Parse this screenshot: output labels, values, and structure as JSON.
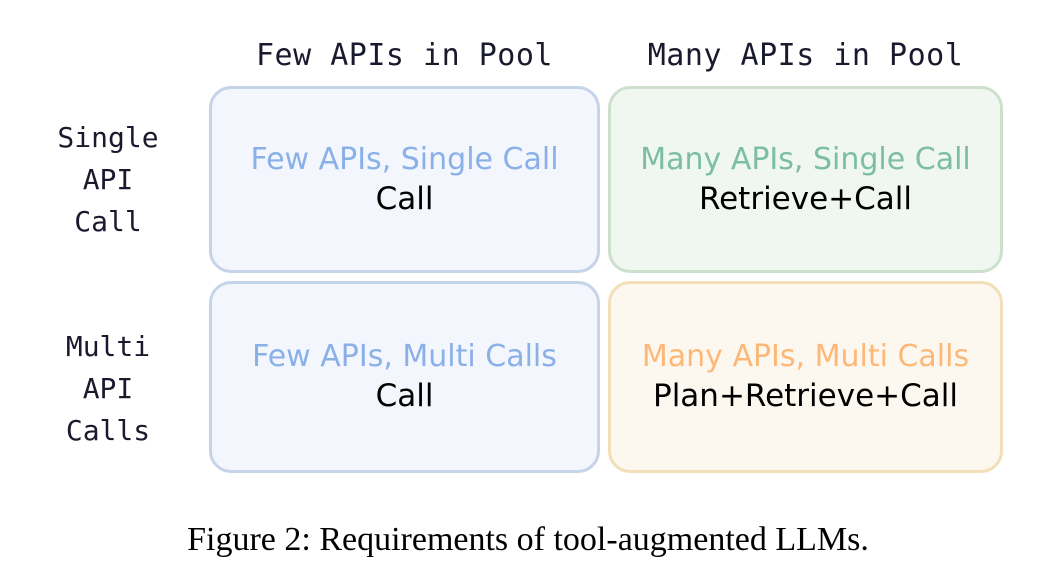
{
  "figure": {
    "caption": "Figure 2: Requirements of tool-augmented LLMs.",
    "column_headers": [
      "Few APIs in Pool",
      "Many APIs in Pool"
    ],
    "row_headers": [
      {
        "lines": [
          "Single",
          "API",
          "Call"
        ]
      },
      {
        "lines": [
          "Multi",
          "API",
          "Calls"
        ]
      }
    ],
    "cells": [
      {
        "id": "few-single",
        "title": "Few APIs, Single Call",
        "subtitle": "Call",
        "title_color": "#8ab0e8",
        "fill_color": "#f3f6fd",
        "border_color": "#c6d4e9"
      },
      {
        "id": "many-single",
        "title": "Many APIs, Single Call",
        "subtitle": "Retrieve+Call",
        "title_color": "#7cbda6",
        "fill_color": "#f0f7f1",
        "border_color": "#cde0cd"
      },
      {
        "id": "few-multi",
        "title": "Few APIs, Multi Calls",
        "subtitle": "Call",
        "title_color": "#8ab0e8",
        "fill_color": "#f3f6fd",
        "border_color": "#c6d4e9"
      },
      {
        "id": "many-multi",
        "title": "Many APIs, Multi Calls",
        "subtitle": "Plan+Retrieve+Call",
        "title_color": "#fdb878",
        "fill_color": "#fdf8ef",
        "border_color": "#f2dfb8"
      }
    ]
  }
}
